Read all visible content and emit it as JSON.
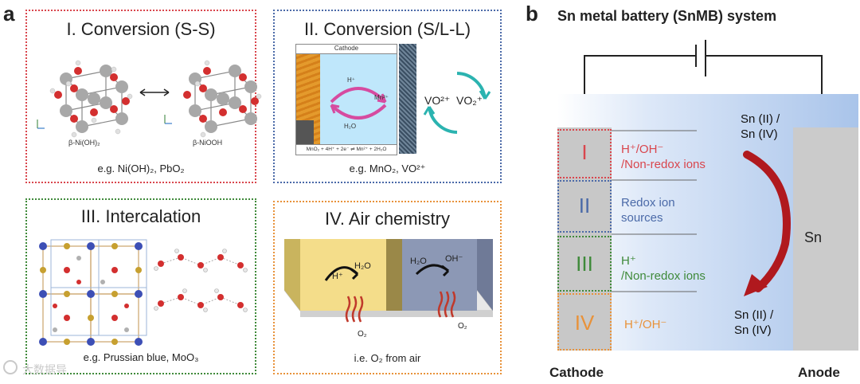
{
  "panel_a": {
    "letter": "a",
    "boxes": [
      {
        "title": "I. Conversion (S-S)",
        "example": "e.g. Ni(OH)₂, PbO₂",
        "color": "#d9464d",
        "left_label": "β-Ni(OH)₂",
        "right_label": "β-NiOOH"
      },
      {
        "title": "II. Conversion (S/L-L)",
        "example": "e.g. MnO₂, VO²⁺",
        "color": "#4b6aa8",
        "cathode_label": "Cathode",
        "h_label": "H⁺",
        "mn_label": "Mn²⁺",
        "h2o_label": "H₂O",
        "equation": "MnO₂ + 4H⁺ + 2e⁻ ⇌ Mn²⁺ + 2H₂O",
        "vo2_label": "VO²⁺",
        "vo2p_label": "VO₂⁺"
      },
      {
        "title": "III. Intercalation",
        "example": "e.g. Prussian blue, MoO₃",
        "color": "#3f8a3a"
      },
      {
        "title": "IV. Air chemistry",
        "example": "i.e. O₂ from air",
        "color": "#e8923a",
        "h_label": "H⁺",
        "h2o_left": "H₂O",
        "h2o_right": "H₂O",
        "oh_label": "OH⁻",
        "o2_left": "O₂",
        "o2_right": "O₂"
      }
    ]
  },
  "panel_b": {
    "letter": "b",
    "title": "Sn metal battery (SnMB) system",
    "cathode_label": "Cathode",
    "anode_label": "Anode",
    "anode_metal": "Sn",
    "top_species": "Sn (II) /\nSn (IV)",
    "bottom_species": "Sn (II) /\nSn (IV)",
    "rows": [
      {
        "roman": "I",
        "text": "H⁺/OH⁻\n/Non-redox ions",
        "color": "#d9464d"
      },
      {
        "roman": "II",
        "text": "Redox ion\nsources",
        "color": "#4b6aa8"
      },
      {
        "roman": "III",
        "text": "H⁺\n/Non-redox ions",
        "color": "#3f8a3a"
      },
      {
        "roman": "IV",
        "text": "H⁺/OH⁻",
        "color": "#e8923a"
      }
    ]
  },
  "watermark": "大数据导"
}
